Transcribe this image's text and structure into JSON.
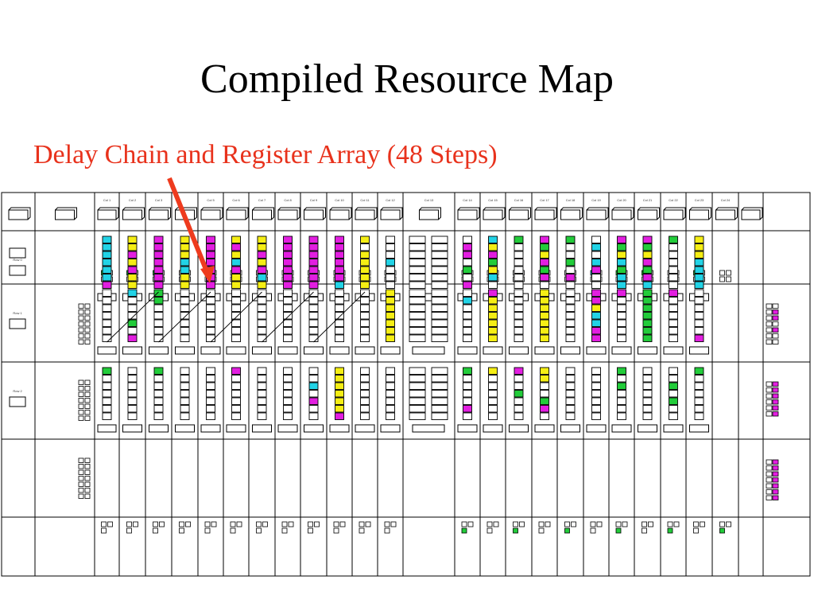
{
  "slide": {
    "title": "Compiled Resource Map",
    "subtitle": "Delay Chain and Register Array (48 Steps)"
  },
  "colors": {
    "cyan": "#22d3e6",
    "magenta": "#e21ee0",
    "yellow": "#f5ee14",
    "green": "#22cc3a",
    "white": "#ffffff",
    "arrow": "#ee3b1e",
    "subtitle_text": "#e8321c"
  },
  "resource_map": {
    "column_headers": [
      "",
      "",
      "Col 1",
      "Col 2",
      "Col 3",
      "",
      "Col 5",
      "Col 6",
      "Col 7",
      "Col 8",
      "Col 9",
      "Col 10",
      "Col 11",
      "Col 12",
      "Col 13",
      "Col 14",
      "Col 15",
      "Col 16",
      "Col 17",
      "Col 18",
      "Col 19",
      "Col 20",
      "Col 21",
      "Col 22",
      "Col 23",
      "Col 24"
    ],
    "row_headers": [
      "",
      "Row 0",
      "Row 1",
      "Row 2",
      ""
    ],
    "row1_cells": [
      [
        "c",
        "c",
        "c",
        "c",
        "c",
        "c",
        "m"
      ],
      [
        "y",
        "y",
        "m",
        "y",
        "m",
        "y",
        "y"
      ],
      [
        "m",
        "m",
        "m",
        "m",
        "m",
        "m",
        "m"
      ],
      [
        "y",
        "y",
        "y",
        "c",
        "c",
        "y",
        "y"
      ],
      [
        "m",
        "m",
        "m",
        "m",
        "m",
        "m",
        "m"
      ],
      [
        "y",
        "m",
        "y",
        "c",
        "m",
        "y",
        "y"
      ],
      [
        "y",
        "y",
        "m",
        "y",
        "m",
        "c",
        "y"
      ],
      [
        "m",
        "m",
        "m",
        "m",
        "m",
        "m",
        "m"
      ],
      [
        "m",
        "m",
        "m",
        "m",
        "m",
        "m",
        "m"
      ],
      [
        "m",
        "m",
        "m",
        "m",
        "m",
        "m",
        "c"
      ],
      [
        "y",
        "w",
        "y",
        "y",
        "y",
        "y",
        "y"
      ],
      [
        "w",
        "w",
        "w",
        "c",
        "w",
        "w",
        "w"
      ],
      [
        "w",
        "m",
        "m",
        "w",
        "g",
        "w",
        "m"
      ],
      [
        "c",
        "y",
        "m",
        "g",
        "y",
        "c",
        "w"
      ],
      [
        "g",
        "w",
        "w",
        "w",
        "w",
        "w",
        "w"
      ],
      [
        "m",
        "g",
        "y",
        "m",
        "g",
        "m",
        "w"
      ],
      [
        "g",
        "w",
        "w",
        "g",
        "w",
        "m",
        "w"
      ],
      [
        "w",
        "c",
        "w",
        "c",
        "m",
        "w",
        "w"
      ],
      [
        "m",
        "g",
        "y",
        "c",
        "g",
        "c",
        "c"
      ],
      [
        "m",
        "g",
        "y",
        "m",
        "g",
        "m",
        "c"
      ],
      [
        "g",
        "w",
        "w",
        "w",
        "w",
        "w",
        "w"
      ],
      [
        "y",
        "y",
        "y",
        "c",
        "c",
        "c",
        "c"
      ]
    ],
    "row2_cells": [
      [
        "w",
        "w",
        "w",
        "w",
        "w",
        "w",
        "w"
      ],
      [
        "c",
        "w",
        "w",
        "w",
        "g",
        "w",
        "m"
      ],
      [
        "g",
        "g",
        "w",
        "w",
        "w",
        "w",
        "w"
      ],
      [
        "w",
        "w",
        "w",
        "w",
        "w",
        "w",
        "w"
      ],
      [
        "w",
        "w",
        "w",
        "w",
        "w",
        "w",
        "w"
      ],
      [
        "w",
        "w",
        "w",
        "w",
        "w",
        "w",
        "w"
      ],
      [
        "w",
        "w",
        "w",
        "w",
        "w",
        "w",
        "w"
      ],
      [
        "w",
        "w",
        "w",
        "w",
        "w",
        "w",
        "w"
      ],
      [
        "w",
        "w",
        "w",
        "w",
        "w",
        "w",
        "w"
      ],
      [
        "w",
        "w",
        "w",
        "w",
        "w",
        "w",
        "w"
      ],
      [
        "w",
        "w",
        "w",
        "w",
        "w",
        "w",
        "w"
      ],
      [
        "y",
        "y",
        "y",
        "y",
        "y",
        "y",
        "y"
      ],
      [
        "w",
        "c",
        "w",
        "w",
        "w",
        "w",
        "w"
      ],
      [
        "m",
        "y",
        "y",
        "y",
        "y",
        "y",
        "y"
      ],
      [
        "w",
        "w",
        "w",
        "w",
        "w",
        "w",
        "w"
      ],
      [
        "y",
        "y",
        "y",
        "y",
        "y",
        "y",
        "y"
      ],
      [
        "w",
        "w",
        "w",
        "w",
        "w",
        "w",
        "w"
      ],
      [
        "m",
        "m",
        "y",
        "c",
        "c",
        "m",
        "m"
      ],
      [
        "m",
        "w",
        "w",
        "w",
        "w",
        "w",
        "w"
      ],
      [
        "g",
        "g",
        "g",
        "g",
        "g",
        "g",
        "g"
      ],
      [
        "m",
        "w",
        "w",
        "w",
        "w",
        "w",
        "w"
      ],
      [
        "w",
        "w",
        "w",
        "w",
        "w",
        "w",
        "m"
      ]
    ],
    "row3_cells": [
      [
        "g",
        "w",
        "w",
        "w",
        "w",
        "w",
        "w"
      ],
      [
        "w",
        "w",
        "w",
        "w",
        "w",
        "w",
        "w"
      ],
      [
        "g",
        "w",
        "w",
        "w",
        "w",
        "w",
        "w"
      ],
      [
        "w",
        "w",
        "w",
        "w",
        "w",
        "w",
        "w"
      ],
      [
        "w",
        "w",
        "w",
        "w",
        "w",
        "w",
        "w"
      ],
      [
        "m",
        "w",
        "w",
        "w",
        "w",
        "w",
        "w"
      ],
      [
        "w",
        "w",
        "w",
        "w",
        "w",
        "w",
        "w"
      ],
      [
        "w",
        "w",
        "w",
        "w",
        "w",
        "w",
        "w"
      ],
      [
        "w",
        "w",
        "c",
        "w",
        "m",
        "w",
        "w"
      ],
      [
        "y",
        "y",
        "y",
        "y",
        "y",
        "y",
        "m"
      ],
      [
        "w",
        "w",
        "w",
        "w",
        "w",
        "w",
        "w"
      ],
      [
        "w",
        "w",
        "w",
        "w",
        "w",
        "w",
        "w"
      ],
      [
        "g",
        "w",
        "w",
        "w",
        "w",
        "m",
        "w"
      ],
      [
        "y",
        "w",
        "w",
        "w",
        "w",
        "w",
        "w"
      ],
      [
        "m",
        "w",
        "w",
        "g",
        "w",
        "w",
        "w"
      ],
      [
        "y",
        "y",
        "w",
        "w",
        "g",
        "m",
        "w"
      ],
      [
        "w",
        "w",
        "w",
        "w",
        "w",
        "w",
        "w"
      ],
      [
        "w",
        "w",
        "w",
        "w",
        "w",
        "w",
        "w"
      ],
      [
        "g",
        "w",
        "g",
        "w",
        "w",
        "w",
        "w"
      ],
      [
        "w",
        "w",
        "w",
        "w",
        "w",
        "w",
        "w"
      ],
      [
        "w",
        "w",
        "g",
        "w",
        "g",
        "w",
        "w"
      ],
      [
        "g",
        "w",
        "w",
        "w",
        "w",
        "w",
        "w"
      ]
    ]
  }
}
